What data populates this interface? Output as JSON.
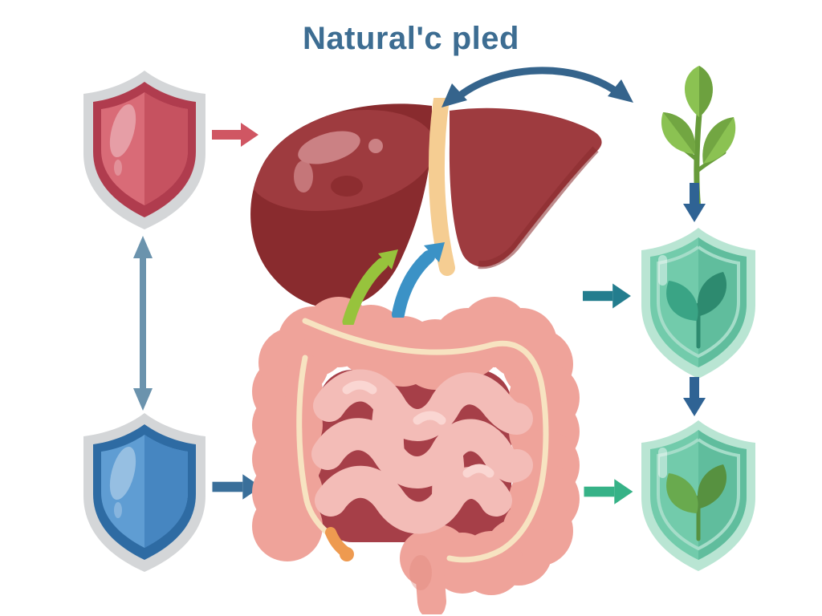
{
  "title": {
    "text": "Natural'c pled"
  },
  "palette": {
    "bg": "#ffffff",
    "title-text": "#3d6d92",
    "steel-arrow": "#35648c",
    "steel-arrow-light": "#6b93ad",
    "down-arrow": "#2f6394",
    "red-arrow": "#d05663",
    "blue-arrow": "#3a6f9a",
    "teal-arrow": "#237d8e",
    "emerald-arrow": "#36b287",
    "lime-arrow": "#97c33c",
    "sky-arrow": "#3b92c6",
    "shield-silver": "#d4d6d8",
    "shield-red-border": "#b03c4e",
    "shield-red-fill": "#d96b77",
    "shield-red-fill-dark": "#c65260",
    "shield-blue-border": "#2e6ba3",
    "shield-blue-fill": "#5f9dd3",
    "shield-blue-fill-dark": "#4686c1",
    "green-shield-outer": "#b9e5d3",
    "green-shield-fill": "#72cbab",
    "green-shield-fill-dark": "#60bd9d",
    "green-shield-line": "#a5ddc9",
    "sprout-teal-light": "#3aa485",
    "sprout-teal-dark": "#2d8a6f",
    "sprout-green-light": "#69aa4e",
    "sprout-green-dark": "#579140",
    "plant-leaf-light": "#8bc252",
    "plant-leaf-dark": "#6da13f",
    "plant-stem": "#679b3a",
    "liver-dark": "#892b2e",
    "liver-mid": "#9e3b3f",
    "liver-gloss": "#cb8184",
    "liver-band": "#f5cd92",
    "colon": "#efa39a",
    "colon-shade": "#e28b80",
    "colon-line": "#f7e3c1",
    "intestine-bg": "#a63f48",
    "small-intestine": "#f3bcb7",
    "small-intestine-hilite": "#fad6d2",
    "appendix": "#ee9a50"
  },
  "icons": {
    "red-shield-icon": "shield shape",
    "blue-shield-icon": "shield shape",
    "green-shield-leaf-icon": "shield with leaf sprout",
    "plant-icon": "three-leaf sprig",
    "liver-illustration": "liver organ",
    "intestines-illustration": "intestines organ",
    "arrow-right-icon": "→",
    "arrow-down-icon": "↓",
    "arrow-double-vertical-icon": "↕",
    "arrow-double-curved-icon": "curved ↔",
    "arrow-curved-up-icon": "↗"
  },
  "diagram": {
    "nodes": [
      {
        "id": "red-shield",
        "desc": "red protection shield"
      },
      {
        "id": "liver",
        "desc": "human liver with ligament band"
      },
      {
        "id": "plant",
        "desc": "green plant sprig"
      },
      {
        "id": "blue-shield",
        "desc": "blue protection shield"
      },
      {
        "id": "intestines",
        "desc": "human large and small intestines"
      },
      {
        "id": "green-shield-top",
        "desc": "teal shield with leaf sprout"
      },
      {
        "id": "green-shield-bottom",
        "desc": "teal shield with green leaf sprout"
      }
    ],
    "connections": [
      {
        "from": "red-shield",
        "to": "liver",
        "style": "red right arrow"
      },
      {
        "from": "red-shield",
        "to": "blue-shield",
        "style": "steel vertical double-headed arrow"
      },
      {
        "from": "liver",
        "to": "plant",
        "style": "steel curved double-headed arrow"
      },
      {
        "from": "plant",
        "to": "green-shield-top",
        "style": "blue down arrow"
      },
      {
        "from": "intestines",
        "to": "green-shield-top",
        "style": "teal right arrow"
      },
      {
        "from": "green-shield-top",
        "to": "green-shield-bottom",
        "style": "blue down arrow"
      },
      {
        "from": "intestines",
        "to": "green-shield-bottom",
        "style": "emerald right arrow"
      },
      {
        "from": "blue-shield",
        "to": "intestines",
        "style": "blue right arrow"
      },
      {
        "from": "intestines",
        "to": "liver",
        "style": "lime and sky curved up arrows"
      }
    ]
  }
}
